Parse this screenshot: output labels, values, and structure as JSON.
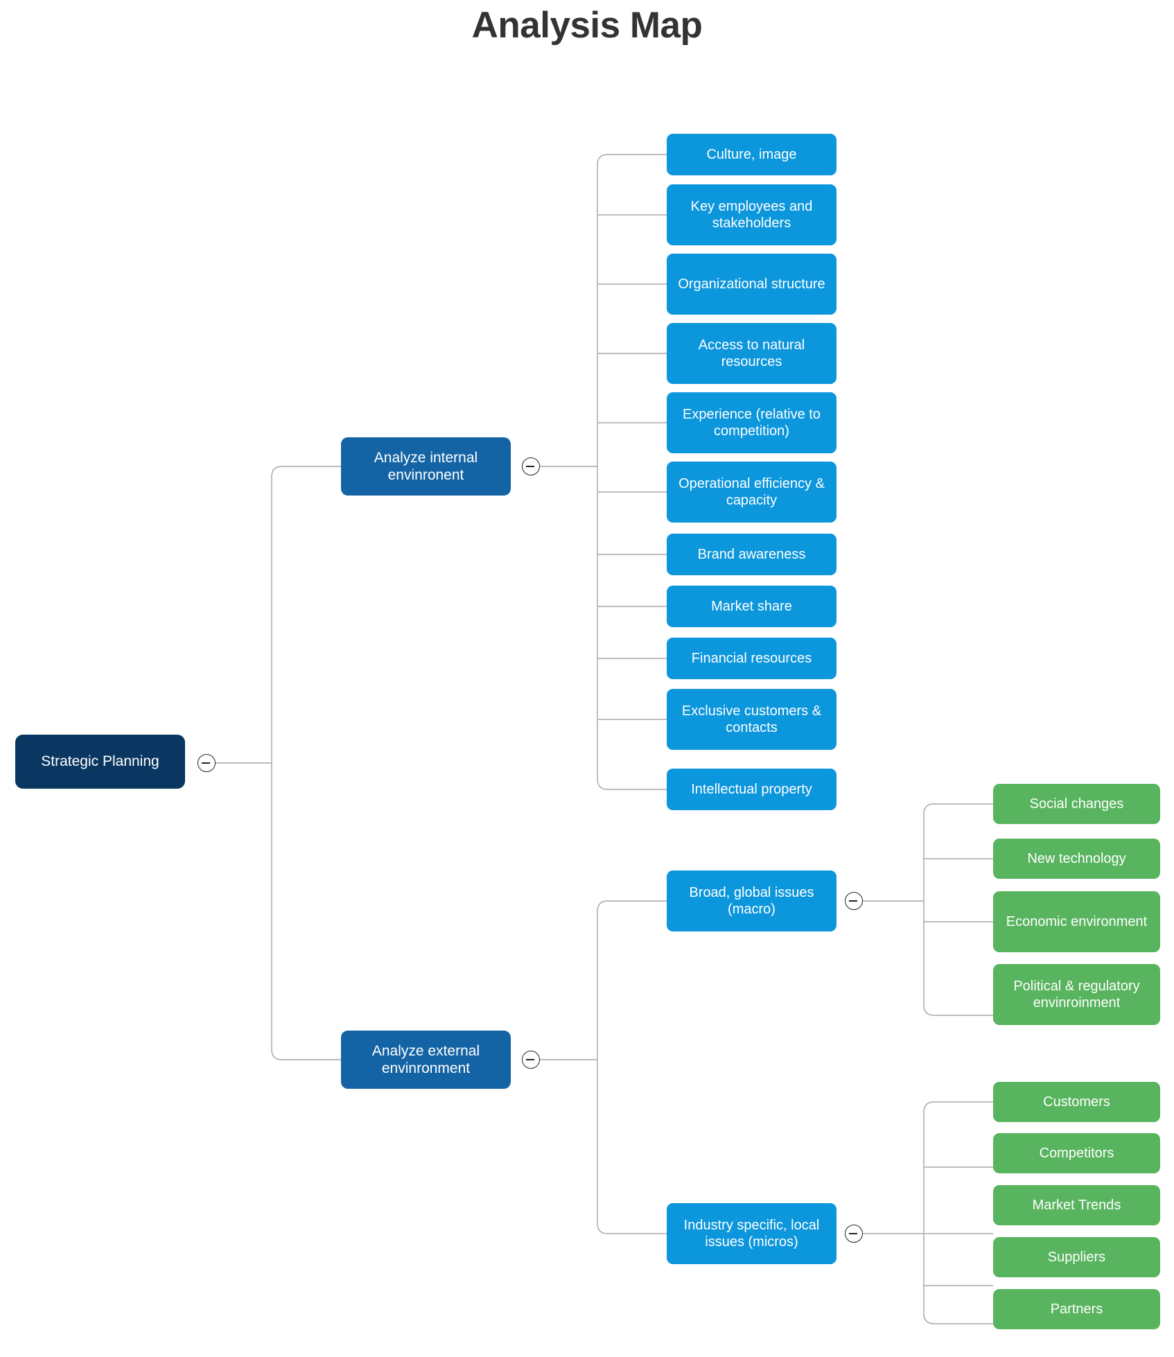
{
  "title": "Analysis Map",
  "colors": {
    "root": "#0a3761",
    "branch": "#1464a5",
    "leaf_blue": "#0c96dc",
    "leaf_green": "#58b45e",
    "connector": "#b3b3b3",
    "title_text": "#333333",
    "node_text": "#ffffff"
  },
  "toggles": {
    "root_toggle_label": "collapse",
    "internal_toggle_label": "collapse",
    "external_toggle_label": "collapse",
    "macro_toggle_label": "collapse",
    "micro_toggle_label": "collapse"
  },
  "chart_data": {
    "type": "tree",
    "title": "Analysis Map",
    "root": {
      "label": "Strategic Planning",
      "level": 0,
      "children": [
        {
          "label": "Analyze internal envinronent",
          "level": 1,
          "children": [
            {
              "label": "Culture, image",
              "level": 2
            },
            {
              "label": "Key employees and stakeholders",
              "level": 2
            },
            {
              "label": "Organizational structure",
              "level": 2
            },
            {
              "label": "Access to natural resources",
              "level": 2
            },
            {
              "label": "Experience (relative to competition)",
              "level": 2
            },
            {
              "label": "Operational efficiency & capacity",
              "level": 2
            },
            {
              "label": "Brand awareness",
              "level": 2
            },
            {
              "label": "Market share",
              "level": 2
            },
            {
              "label": "Financial resources",
              "level": 2
            },
            {
              "label": "Exclusive customers & contacts",
              "level": 2
            },
            {
              "label": "Intellectual property",
              "level": 2
            }
          ]
        },
        {
          "label": "Analyze external envinronment",
          "level": 1,
          "children": [
            {
              "label": "Broad, global issues (macro)",
              "level": 2,
              "children": [
                {
                  "label": "Social changes",
                  "level": 3
                },
                {
                  "label": "New technology",
                  "level": 3
                },
                {
                  "label": "Economic environment",
                  "level": 3
                },
                {
                  "label": "Political & regulatory envinroinment",
                  "level": 3
                }
              ]
            },
            {
              "label": "Industry specific, local issues (micros)",
              "level": 2,
              "children": [
                {
                  "label": "Customers",
                  "level": 3
                },
                {
                  "label": "Competitors",
                  "level": 3
                },
                {
                  "label": "Market Trends",
                  "level": 3
                },
                {
                  "label": "Suppliers",
                  "level": 3
                },
                {
                  "label": "Partners",
                  "level": 3
                }
              ]
            }
          ]
        }
      ]
    }
  },
  "nodes": {
    "root": {
      "label": "Strategic Planning"
    },
    "internal": {
      "label": "Analyze internal envinronent"
    },
    "external": {
      "label": "Analyze external envinronment"
    },
    "macro": {
      "label": "Broad, global issues (macro)"
    },
    "micro": {
      "label": "Industry specific, local issues (micros)"
    },
    "internal_children": [
      {
        "label": "Culture, image"
      },
      {
        "label": "Key employees and stakeholders"
      },
      {
        "label": "Organizational structure"
      },
      {
        "label": "Access to natural resources"
      },
      {
        "label": "Experience (relative to competition)"
      },
      {
        "label": "Operational efficiency & capacity"
      },
      {
        "label": "Brand awareness"
      },
      {
        "label": "Market share"
      },
      {
        "label": "Financial resources"
      },
      {
        "label": "Exclusive customers & contacts"
      },
      {
        "label": "Intellectual property"
      }
    ],
    "macro_children": [
      {
        "label": "Social changes"
      },
      {
        "label": "New technology"
      },
      {
        "label": "Economic environment"
      },
      {
        "label": "Political & regulatory envinroinment"
      }
    ],
    "micro_children": [
      {
        "label": "Customers"
      },
      {
        "label": "Competitors"
      },
      {
        "label": "Market Trends"
      },
      {
        "label": "Suppliers"
      },
      {
        "label": "Partners"
      }
    ]
  }
}
